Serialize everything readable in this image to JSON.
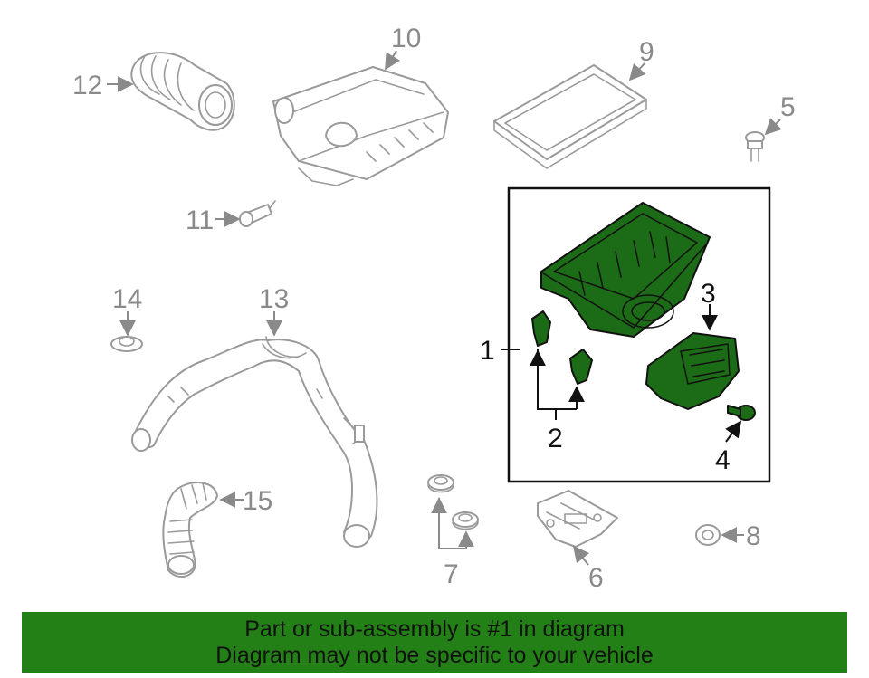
{
  "colors": {
    "highlight": "#1c6b16",
    "banner": "#238017",
    "callout_grey": "#8a8a8a",
    "callout_dark": "#111111"
  },
  "callouts": {
    "c1": "1",
    "c2": "2",
    "c3": "3",
    "c4": "4",
    "c5": "5",
    "c6": "6",
    "c7": "7",
    "c8": "8",
    "c9": "9",
    "c10": "10",
    "c11": "11",
    "c12": "12",
    "c13": "13",
    "c14": "14",
    "c15": "15"
  },
  "banner": {
    "line1": "Part or sub-assembly is #1 in diagram",
    "line2": "Diagram may not be specific to your vehicle"
  }
}
